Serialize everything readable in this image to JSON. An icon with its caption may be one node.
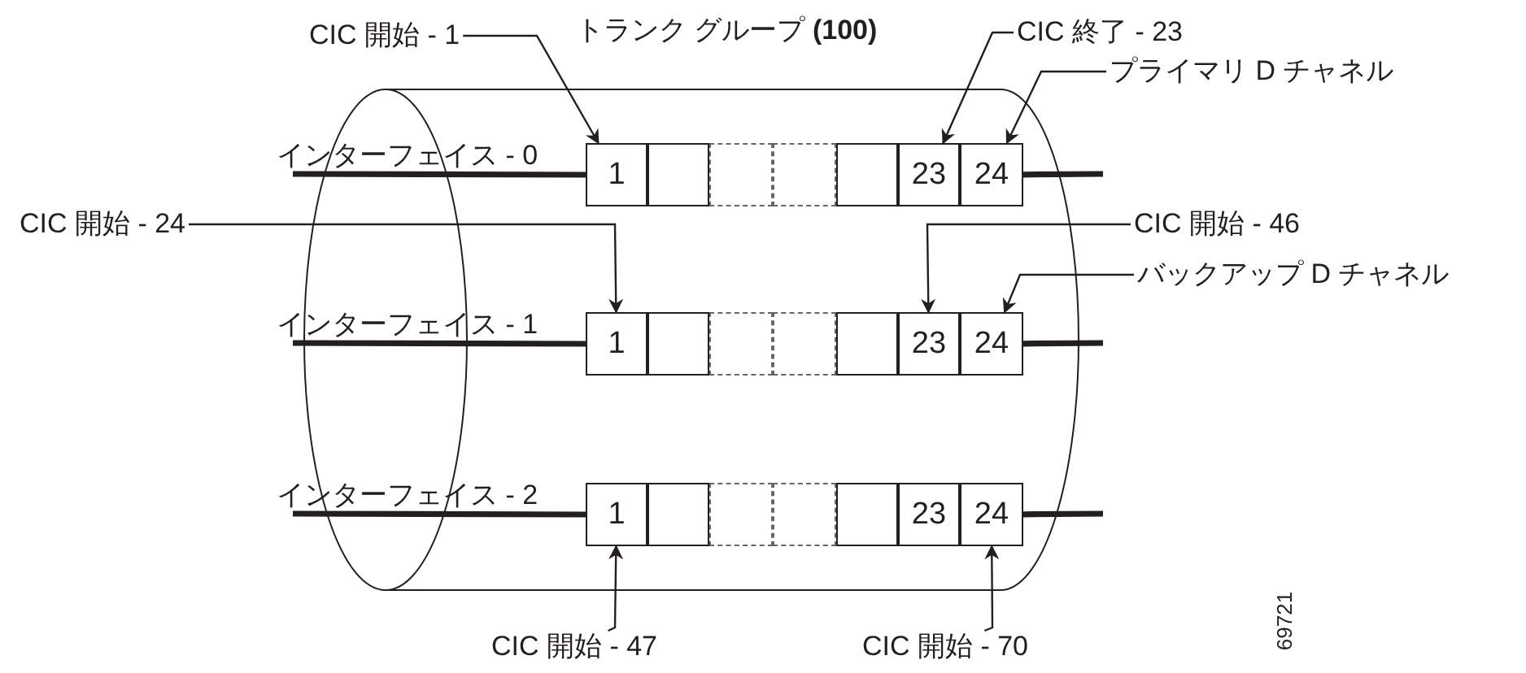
{
  "diagram": {
    "nodes": [
      {
        "text": [
          "CIC 開始 - 1"
        ]
      },
      {
        "text": [
          "CIC 終了 - 23"
        ]
      },
      {
        "text": [
          "プライマリ D チャネル"
        ]
      },
      {
        "text": [
          "1"
        ]
      },
      {
        "text": [],
        "shape": "box"
      },
      {
        "text": [],
        "shape": "box"
      },
      {
        "text": [],
        "shape": "box"
      },
      {
        "text": [],
        "shape": "box"
      },
      {
        "text": [
          "23"
        ]
      },
      {
        "text": [
          "24"
        ]
      },
      {
        "text": [
          "CIC 開始 - 24"
        ]
      },
      {
        "text": [
          "CIC 開始 - 46"
        ]
      },
      {
        "text": [
          "バックアップ D チャネル"
        ]
      },
      {
        "text": [
          "1"
        ]
      },
      {
        "text": [],
        "shape": "box"
      },
      {
        "text": [],
        "shape": "box"
      },
      {
        "text": [],
        "shape": "box"
      },
      {
        "text": [],
        "shape": "box"
      },
      {
        "text": [
          "23"
        ]
      },
      {
        "text": [
          "24"
        ]
      },
      {
        "text": [
          "1"
        ]
      },
      {
        "text": [],
        "shape": "box"
      },
      {
        "text": [],
        "shape": "box"
      },
      {
        "text": [],
        "shape": "box"
      },
      {
        "text": [],
        "shape": "box"
      },
      {
        "text": [
          "23"
        ]
      },
      {
        "text": [
          "24"
        ]
      },
      {
        "text": [
          "CIC 開始 - 47"
        ]
      },
      {
        "text": [
          "CIC 開始 - 70"
        ]
      }
    ],
    "edges": [
      {
        "from": 0,
        "to": 3,
        "arrow": "to"
      },
      {
        "from": 1,
        "to": 8,
        "arrow": "to"
      },
      {
        "from": 2,
        "to": 9,
        "arrow": "to"
      },
      {
        "from": 10,
        "to": 13,
        "arrow": "to"
      },
      {
        "from": 11,
        "to": 18,
        "arrow": "to"
      },
      {
        "from": 12,
        "to": 19,
        "arrow": "to"
      },
      {
        "from": 27,
        "to": 20,
        "arrow": "to"
      },
      {
        "from": 28,
        "to": 26,
        "arrow": "to"
      },
      {
        "from": null,
        "to": 3,
        "arrow": "none",
        "style": "thick",
        "label": "インターフェイス - 0"
      },
      {
        "from": 9,
        "to": null,
        "arrow": "none",
        "style": "thick"
      },
      {
        "from": null,
        "to": 13,
        "arrow": "none",
        "style": "thick",
        "label": "インターフェイス - 1"
      },
      {
        "from": 19,
        "to": null,
        "arrow": "none",
        "style": "thick"
      },
      {
        "from": null,
        "to": 20,
        "arrow": "none",
        "style": "thick",
        "label": "インターフェイス - 2"
      },
      {
        "from": 26,
        "to": null,
        "arrow": "none",
        "style": "thick"
      }
    ],
    "labels": [
      "トランク グループ **(100)**",
      "69721"
    ]
  }
}
